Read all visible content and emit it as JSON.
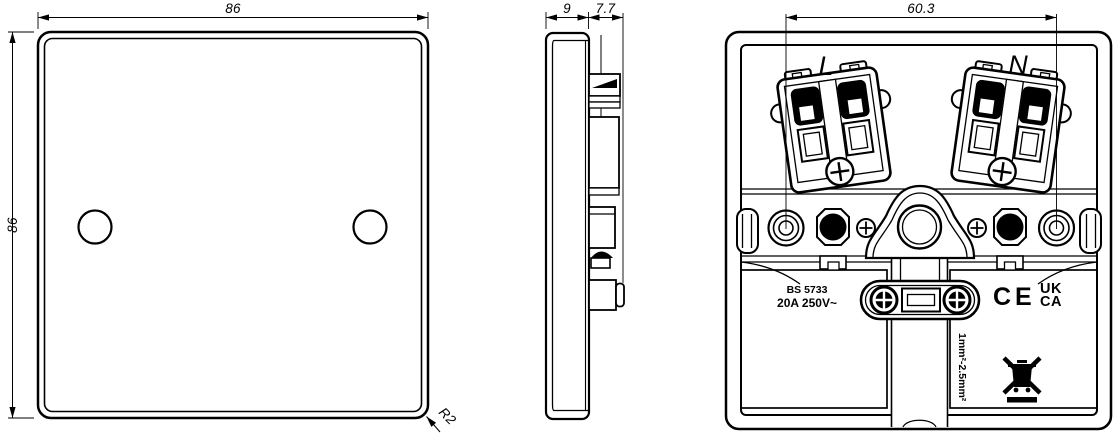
{
  "drawing": {
    "type": "technical-orthographic-views",
    "subject": "single blank wall plate with terminals",
    "views": {
      "front": {
        "width_dim": "86",
        "height_dim": "86",
        "corner_radius_label": "R2"
      },
      "side": {
        "plate_depth_dim": "9",
        "protrusion_depth_dim": "7.7"
      },
      "back": {
        "fixing_centres_dim": "60.3",
        "live_label": "L",
        "neutral_label": "N",
        "standard_marking": "BS 5733",
        "rating_marking": "20A 250V~",
        "ce_marking": "CE",
        "ukca_marking_line1": "UK",
        "ukca_marking_line2": "CA",
        "conductor_range_marking": "1mm²-2.5mm²"
      }
    },
    "icons": {
      "weee": "crossed-out-wheelie-bin-icon"
    },
    "colors": {
      "line": "#000000",
      "background": "#ffffff"
    }
  }
}
